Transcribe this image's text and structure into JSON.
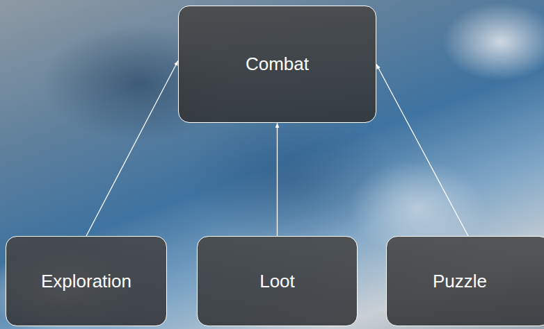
{
  "diagram": {
    "nodes": [
      {
        "text": [
          "Combat"
        ]
      },
      {
        "text": [
          "Exploration"
        ]
      },
      {
        "text": [
          "Loot"
        ]
      },
      {
        "text": [
          "Puzzle"
        ]
      }
    ],
    "edges": [
      {
        "from": 1,
        "to": 0,
        "arrow": "to"
      },
      {
        "from": 2,
        "to": 0,
        "arrow": "to"
      },
      {
        "from": 3,
        "to": 0,
        "arrow": "to"
      }
    ]
  }
}
